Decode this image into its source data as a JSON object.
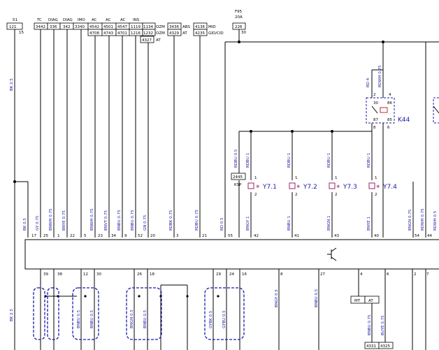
{
  "top_refs": [
    {
      "id": "tr51",
      "group": "51",
      "label": "",
      "number": "121",
      "pin": "15"
    },
    {
      "id": "tr_tc",
      "group": "",
      "label": "TC",
      "number": "3442",
      "pin": ""
    },
    {
      "id": "tr_diag1",
      "group": "",
      "label": "DIAG",
      "number": "336",
      "pin": ""
    },
    {
      "id": "tr_diag2",
      "group": "",
      "label": "DIAG",
      "number": "342",
      "pin": ""
    },
    {
      "id": "tr_imo",
      "group": "",
      "label": "IMO",
      "number": "3340",
      "pin": ""
    },
    {
      "id": "tr_ac1",
      "group": "",
      "label": "AC",
      "number": "4542",
      "number2": "4708"
    },
    {
      "id": "tr_ac2",
      "group": "",
      "label": "AC",
      "number": "4501",
      "number2": "4743"
    },
    {
      "id": "tr_ac3",
      "group": "",
      "label": "AC",
      "number": "4547",
      "number2": "4701"
    },
    {
      "id": "tr_ins",
      "group": "",
      "label": "INS",
      "number": "1119",
      "number2": "1216"
    },
    {
      "id": "tr_1134",
      "number": "1134",
      "number2": "1232",
      "number3": "4327",
      "label": "OZM",
      "label2": "OZM",
      "label3": "AT"
    },
    {
      "id": "tr_abs",
      "label": "ABS",
      "number": "3436",
      "number2": "4329",
      "label2": "AT"
    },
    {
      "id": "tr_mid",
      "label": "MID",
      "number": "4136",
      "number2": "4235",
      "label2": "GID/CID"
    },
    {
      "id": "tr_f95",
      "label": "F95",
      "sublabel": "20A",
      "number": "226",
      "pin": "30"
    }
  ],
  "wire_labels_top": [
    "BK 2.5",
    "GY 0.75",
    "BNWH 0.75",
    "BNYE 0.75",
    "BNWH 0.75",
    "BNVT 0.75",
    "BNBU 0.75",
    "BNBU 0.75",
    "GN 0.75",
    "RDBK 0.75",
    "RDBU 0.75",
    "RD 0.5"
  ],
  "connector_pins_top": [
    "17",
    "25",
    "1",
    "22",
    "5",
    "23",
    "34",
    "9",
    "52",
    "20",
    "3",
    "21",
    "55",
    "42",
    "41",
    "43",
    "40",
    "54",
    "44"
  ],
  "connector_pins_bottom": [
    "39",
    "38",
    "12",
    "30",
    "26",
    "18",
    "29",
    "24",
    "16",
    "8",
    "27",
    "4",
    "6",
    "2",
    "7"
  ],
  "injectors": [
    {
      "name": "Y7.1",
      "feed_wire": "RDBU 1",
      "ret_wire": "BNGY 1",
      "pin": "42"
    },
    {
      "name": "Y7.2",
      "feed_wire": "RDBU 1",
      "ret_wire": "BNBU 1",
      "pin": "41"
    },
    {
      "name": "Y7.3",
      "feed_wire": "RDBU 1",
      "ret_wire": "BNGN 1",
      "pin": "43"
    },
    {
      "name": "Y7.4",
      "feed_wire": "RDBU 1",
      "ret_wire": "BNYE 1",
      "pin": "40"
    }
  ],
  "injector_pins": {
    "top": "1",
    "bottom": "2"
  },
  "ksp": {
    "label": "KSP",
    "number": "2445",
    "wire": "RDBU 0.5"
  },
  "relay": {
    "name": "K44",
    "wire_top": "RD 4",
    "wire_top2": "RDWH 0.75",
    "pins": [
      "2",
      "30",
      "85",
      "4",
      "87",
      "86",
      "8",
      "6"
    ]
  },
  "right_wires": [
    "BNGN 0.75",
    "RDWH 0.75",
    "RDWH 0.5"
  ],
  "bottom_wires": [
    "BNBU 0.5",
    "BNBU 0.5",
    "BNGN 0.5",
    "BNBU 0.5",
    "GYBK 0.5",
    "GYBU 0.5",
    "BNGY 0.5",
    "BNBU 0.5",
    "BNBU 0.75",
    "BUYE 0.75",
    "BK 2.5"
  ],
  "mt_at": {
    "left": "MT",
    "right": "AT",
    "numbers": [
      "4331",
      "4325"
    ]
  }
}
